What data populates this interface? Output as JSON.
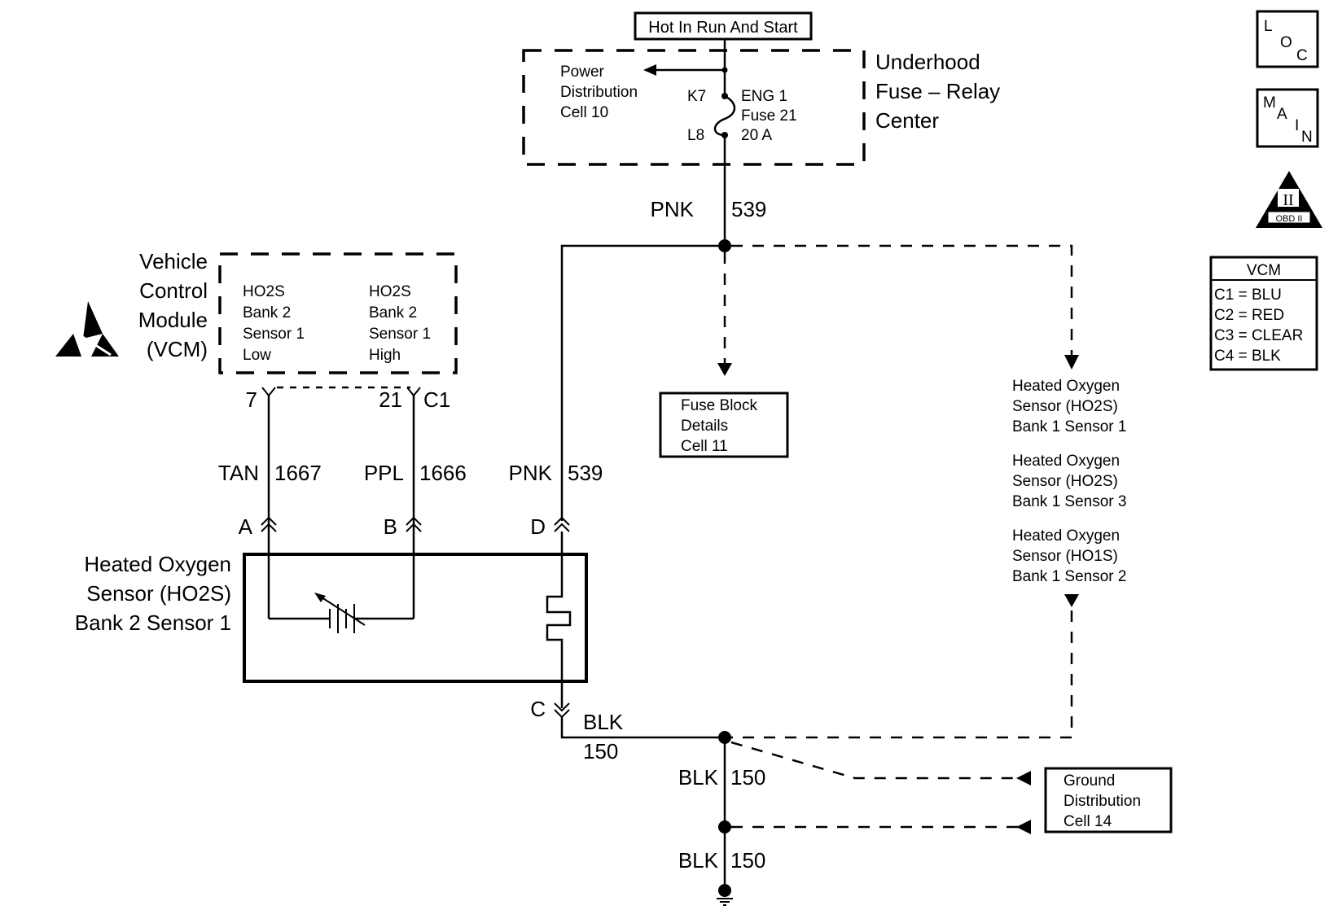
{
  "title": "Heated Oxygen Sensor (HO2S) Bank 2 Sensor 1 Circuit",
  "power_source_label": "Hot In Run And Start",
  "fuse_relay_center": {
    "title_lines": [
      "Underhood",
      "Fuse – Relay",
      "Center"
    ],
    "power_distribution_lines": [
      "Power",
      "Distribution",
      "Cell 10"
    ],
    "fuse_terminal_top": "K7",
    "fuse_terminal_bottom": "L8",
    "fuse_lines": [
      "ENG 1",
      "Fuse 21",
      "20 A"
    ]
  },
  "vcm": {
    "title_lines": [
      "Vehicle",
      "Control",
      "Module",
      "(VCM)"
    ],
    "low_lines": [
      "HO2S",
      "Bank 2",
      "Sensor 1",
      "Low"
    ],
    "high_lines": [
      "HO2S",
      "Bank 2",
      "Sensor 1",
      "High"
    ],
    "pin_low": "7",
    "pin_high": "21",
    "connector": "C1"
  },
  "wires": {
    "pnk_top": {
      "color": "PNK",
      "circuit": "539"
    },
    "tan": {
      "color": "TAN",
      "circuit": "1667"
    },
    "ppl": {
      "color": "PPL",
      "circuit": "1666"
    },
    "pnk_sensor": {
      "color": "PNK",
      "circuit": "539"
    },
    "blk_sensor": {
      "color": "BLK",
      "circuit": "150"
    },
    "blk_mid": {
      "color": "BLK",
      "circuit": "150"
    },
    "blk_bottom": {
      "color": "BLK",
      "circuit": "150"
    }
  },
  "sensor": {
    "title_lines": [
      "Heated Oxygen",
      "Sensor (HO2S)",
      "Bank 2 Sensor 1"
    ],
    "pins": {
      "a": "A",
      "b": "B",
      "c": "C",
      "d": "D"
    }
  },
  "fuse_block_ref": [
    "Fuse Block",
    "Details",
    "Cell 11"
  ],
  "other_sensors": [
    [
      "Heated Oxygen",
      "Sensor (HO2S)",
      "Bank 1 Sensor 1"
    ],
    [
      "Heated Oxygen",
      "Sensor (HO2S)",
      "Bank 1 Sensor 3"
    ],
    [
      "Heated Oxygen",
      "Sensor (HO1S)",
      "Bank 1 Sensor 2"
    ]
  ],
  "ground_ref": [
    "Ground",
    "Distribution",
    "Cell 14"
  ],
  "side_icons": {
    "loc": [
      "L",
      "O",
      "C"
    ],
    "main": [
      "M",
      "A",
      "I",
      "N"
    ],
    "obd": {
      "numeral": "II",
      "label": "OBD II"
    }
  },
  "vcm_legend": {
    "title": "VCM",
    "items": [
      "C1 = BLU",
      "C2 = RED",
      "C3 = CLEAR",
      "C4 = BLK"
    ]
  }
}
